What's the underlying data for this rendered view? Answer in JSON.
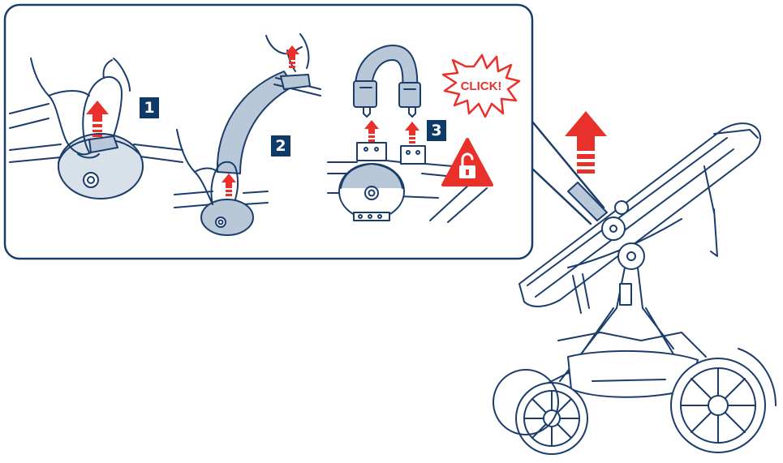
{
  "steps": [
    {
      "number": "1"
    },
    {
      "number": "2"
    },
    {
      "number": "3"
    }
  ],
  "click_label": "CLICK!",
  "colors": {
    "line": "#1b3d6b",
    "badge": "#0d3a66",
    "red": "#e8312b",
    "fill": "#b9c8d8"
  },
  "icons": [
    "unlock-warning-icon",
    "up-arrow-icon",
    "click-burst-icon"
  ]
}
